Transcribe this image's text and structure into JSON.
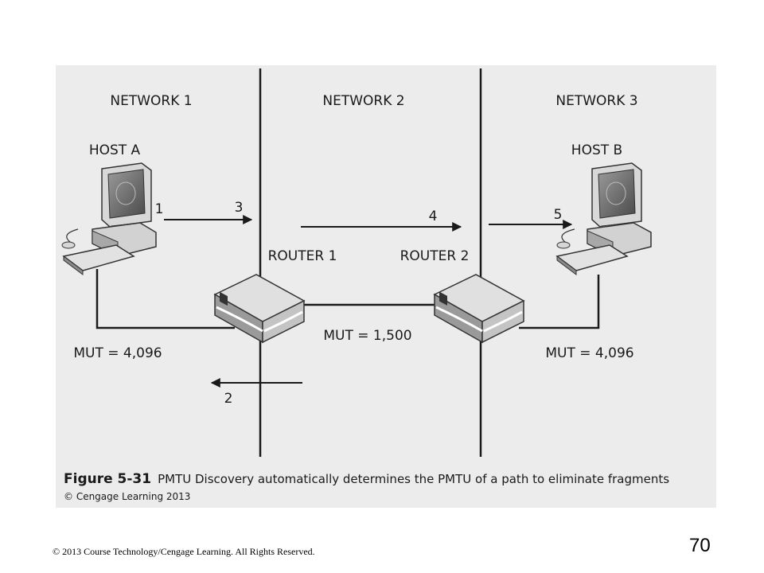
{
  "diagram": {
    "networks": [
      "NETWORK 1",
      "NETWORK 2",
      "NETWORK 3"
    ],
    "hosts": [
      "HOST A",
      "HOST B"
    ],
    "routers": [
      "ROUTER 1",
      "ROUTER 2"
    ],
    "mtu_labels": [
      "MUT = 4,096",
      "MUT = 1,500",
      "MUT = 4,096"
    ],
    "steps": [
      "1",
      "2",
      "3",
      "4",
      "5"
    ]
  },
  "caption": {
    "figure_number": "Figure 5-31",
    "text": "PMTU Discovery automatically determines the PMTU of a path to eliminate fragments",
    "credit": "© Cengage Learning 2013"
  },
  "footer": {
    "copyright": "© 2013 Course Technology/Cengage Learning. All Rights Reserved.",
    "page_number": "70"
  }
}
